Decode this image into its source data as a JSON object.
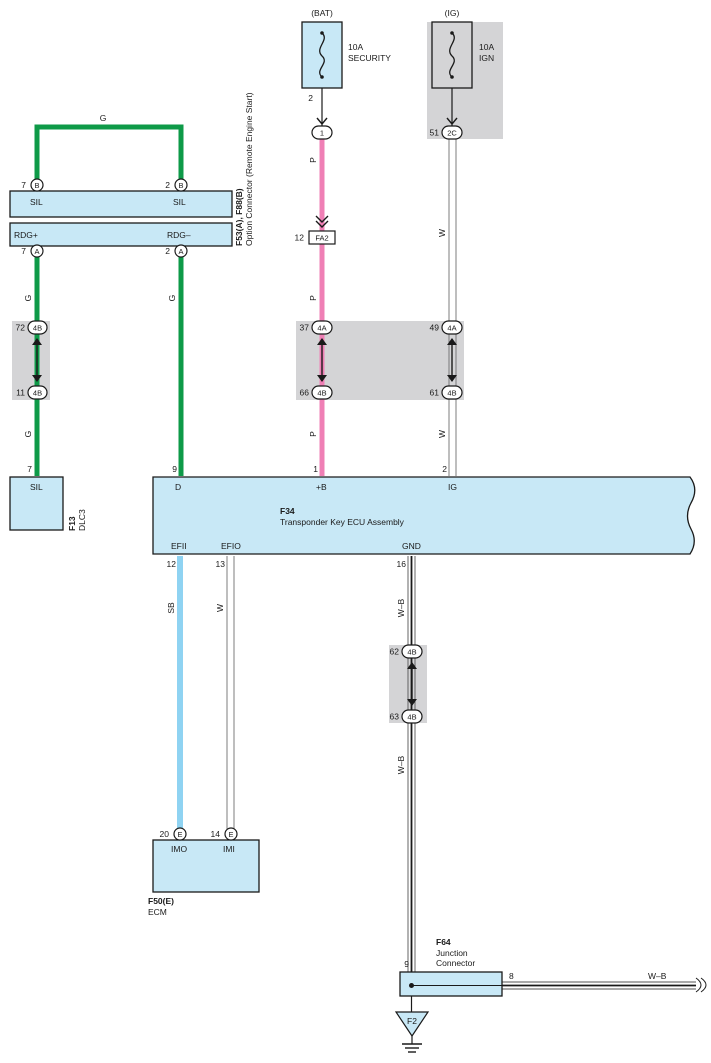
{
  "colors": {
    "green_wire": "#0e9a48",
    "pink_wire": "#ef7fb5",
    "skyblue_wire": "#8fd3f2",
    "white_wire_edge": "#6f6f6f",
    "component_fill": "#c8e8f6",
    "shade": "#d4d4d6"
  },
  "fuses": {
    "bat": {
      "source": "(BAT)",
      "rating": "10A",
      "name": "SECURITY",
      "pin": "2"
    },
    "ig": {
      "source": "(IG)",
      "rating": "10A",
      "name": "IGN"
    }
  },
  "option_connector": {
    "ref": "F53(A), F88(B)",
    "desc": "Option Connector (Remote Engine Start)",
    "top_left_label": "SIL",
    "top_right_label": "SIL",
    "bottom_left_label": "RDG+",
    "bottom_right_label": "RDG–",
    "top_left_pin": "7",
    "top_right_pin": "2",
    "bottom_left_pin": "7",
    "bottom_right_pin": "2",
    "letter_top": "B",
    "letter_bottom": "A"
  },
  "dlc3": {
    "ref": "F13",
    "desc": "DLC3",
    "label": "SIL",
    "pin": "7"
  },
  "ecu": {
    "ref": "F34",
    "desc": "Transponder Key ECU Assembly",
    "top_labels": [
      "D",
      "+B",
      "IG"
    ],
    "top_pins": [
      "9",
      "1",
      "2"
    ],
    "bottom_labels": [
      "EFII",
      "EFIO",
      "GND"
    ],
    "bottom_pins": [
      "12",
      "13",
      "16"
    ]
  },
  "ecm": {
    "ref": "F50(E)",
    "desc": "ECM",
    "labels": [
      "IMO",
      "IMI"
    ],
    "pins": [
      "20",
      "14"
    ],
    "letter": "E"
  },
  "junction": {
    "ref": "F64",
    "desc": [
      "Junction",
      "Connector"
    ],
    "pin_left": "9",
    "pin_right": "8",
    "out_wire": "W–B"
  },
  "ground": {
    "label": "F2"
  },
  "wire_codes": {
    "g": "G",
    "p": "P",
    "w": "W",
    "sb": "SB",
    "wb": "W–B"
  },
  "connectors": {
    "c_1": {
      "pin": "",
      "code": "1"
    },
    "c_2c": {
      "pin": "51",
      "code": "2C"
    },
    "fa2": {
      "pin": "12",
      "code": "FA2"
    },
    "c_4a_37": {
      "pin": "37",
      "code": "4A"
    },
    "c_4b_66": {
      "pin": "66",
      "code": "4B"
    },
    "c_4a_49": {
      "pin": "49",
      "code": "4A"
    },
    "c_4b_61": {
      "pin": "61",
      "code": "4B"
    },
    "c_4b_72": {
      "pin": "72",
      "code": "4B"
    },
    "c_4b_11": {
      "pin": "11",
      "code": "4B"
    },
    "c_4b_62": {
      "pin": "62",
      "code": "4B"
    },
    "c_4b_63": {
      "pin": "63",
      "code": "4B"
    }
  }
}
